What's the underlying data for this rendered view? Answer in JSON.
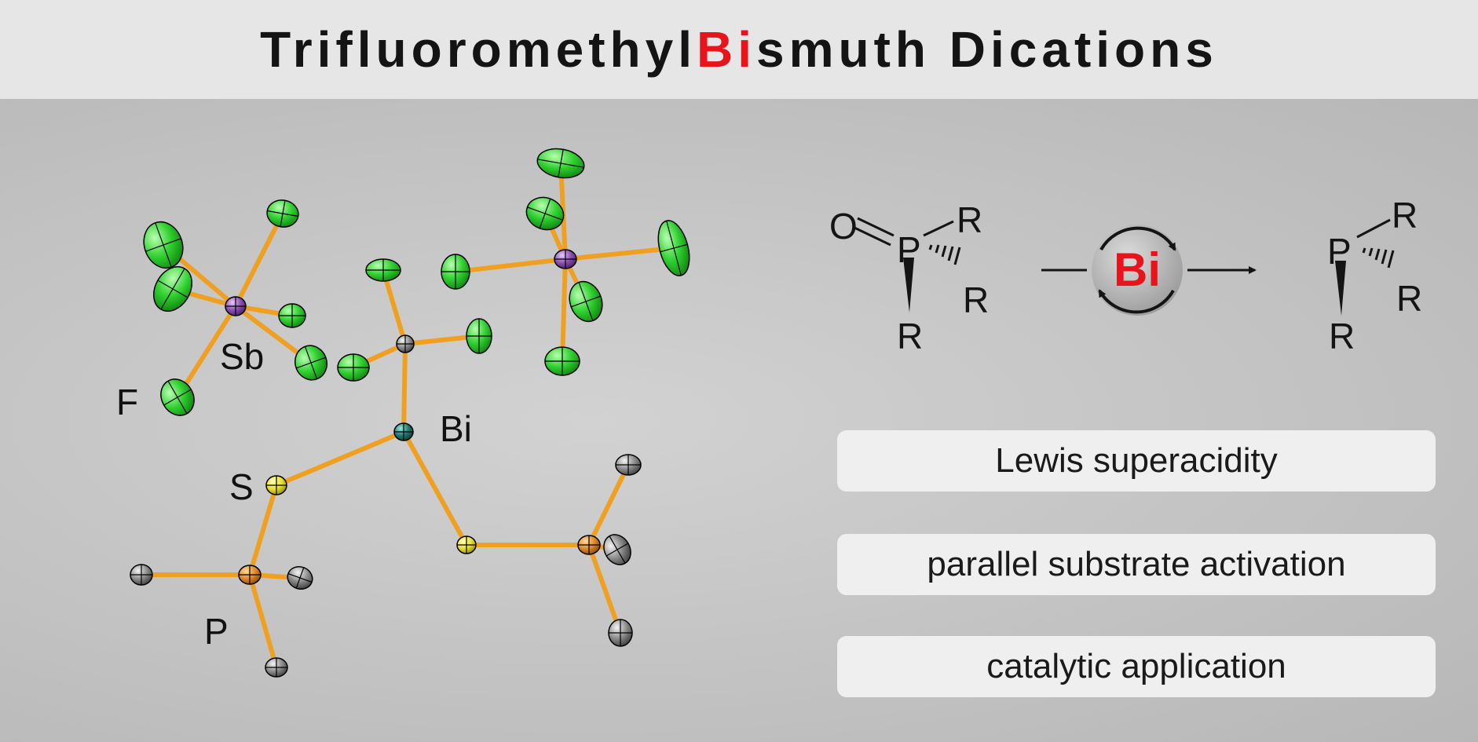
{
  "title": {
    "prefix": "Trifluoromethyl ",
    "highlight": "Bi",
    "suffix": "smuth Dications"
  },
  "colors": {
    "highlight": "#e8141c",
    "bond": "#f0a020",
    "fluorine": "#3ec83e",
    "antimony": "#8a4fb0",
    "bismuth": "#1f7a70",
    "sulfur": "#e8e030",
    "phosphorus": "#e0892a",
    "carbon": "#8c8c8c"
  },
  "structure_labels": {
    "f": "F",
    "sb": "Sb",
    "bi": "Bi",
    "s": "S",
    "p": "P"
  },
  "scheme": {
    "reactant": {
      "o": "O",
      "p": "P",
      "r": "R"
    },
    "catalyst": "Bi",
    "product": {
      "p": "P",
      "r": "R"
    }
  },
  "features": [
    "Lewis superacidity",
    "parallel substrate activation",
    "catalytic application"
  ]
}
